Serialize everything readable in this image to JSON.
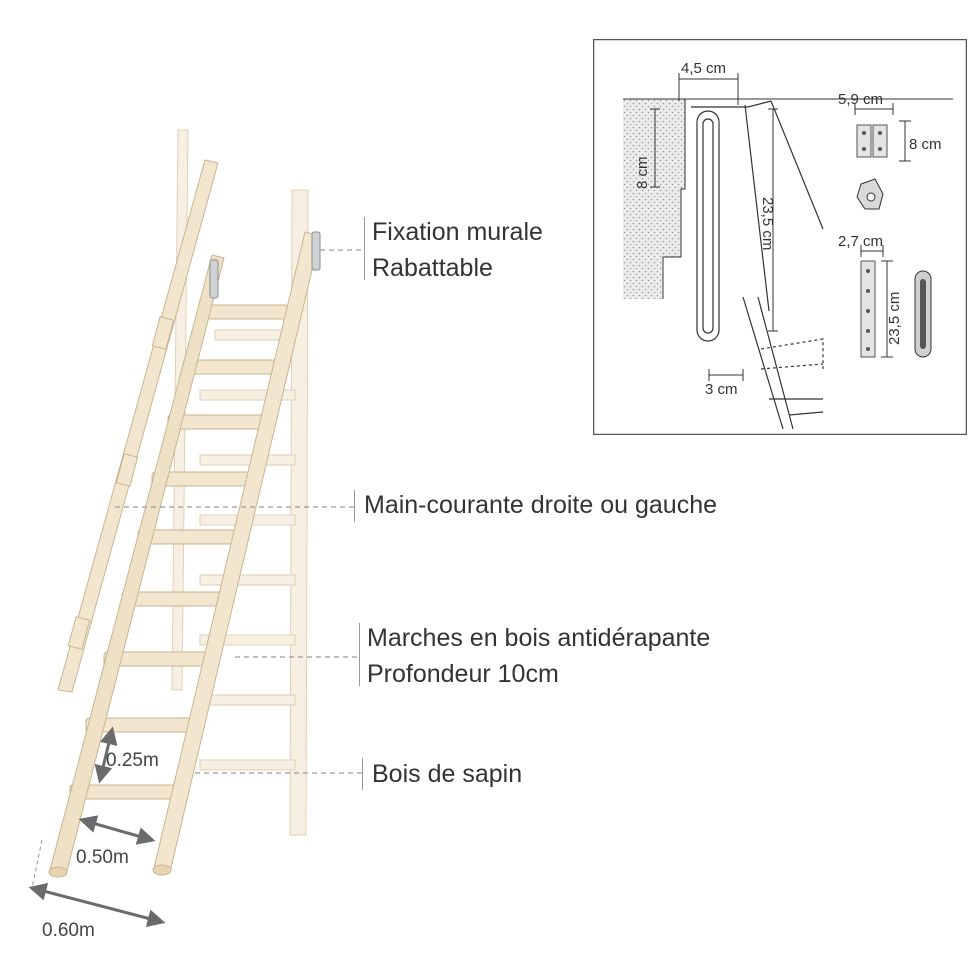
{
  "labels": {
    "fixation": [
      "Fixation murale",
      "Rabattable"
    ],
    "handrail": "Main-courante droite ou gauche",
    "steps": [
      "Marches en bois antidérapante",
      "Profondeur 10cm"
    ],
    "wood": "Bois de sapin"
  },
  "dimensions": {
    "step_spacing": "0.25m",
    "inner_width": "0.50m",
    "outer_width": "0.60m"
  },
  "detail": {
    "top_width": "4,5 cm",
    "wall_height": "8 cm",
    "slot_length": "23,5 cm",
    "bottom_width": "3 cm",
    "hinge_width": "5,9 cm",
    "hinge_height": "8 cm",
    "plate_width": "2,7 cm",
    "plate_length": "23,5 cm"
  },
  "colors": {
    "wood": "#f2e6cf",
    "wood_edge": "#c9b48f",
    "back_wood": "#f7f0e2",
    "leader": "#9a9a9a",
    "dimension_arrow": "#6b6b6b"
  }
}
